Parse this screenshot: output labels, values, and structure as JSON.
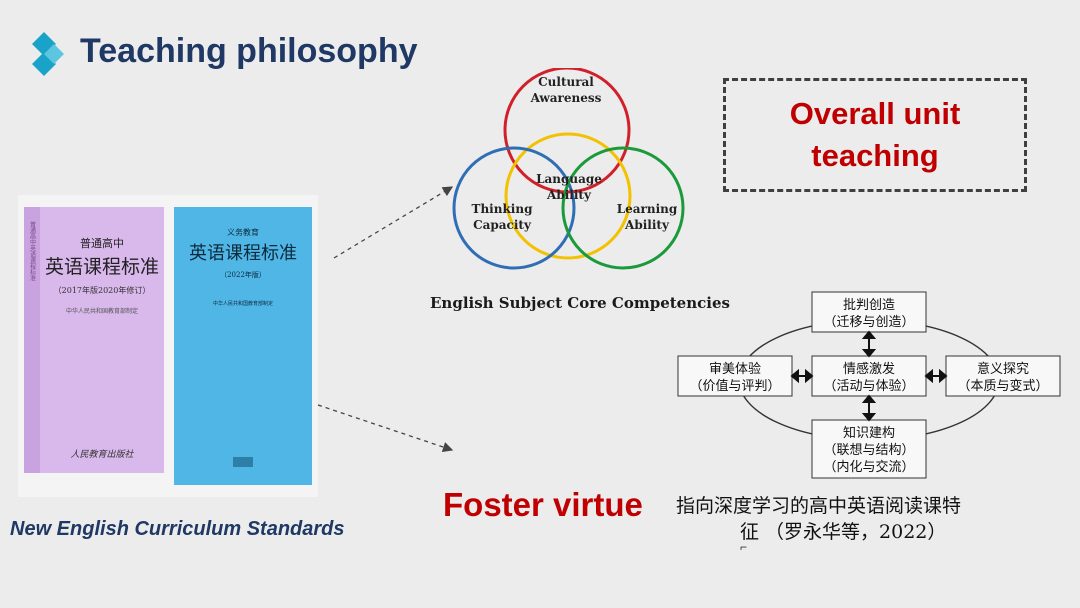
{
  "slide": {
    "title": "Teaching philosophy",
    "caption": "New English Curriculum Standards",
    "books": {
      "book1": {
        "top_label": "普通高中",
        "title": "英语课程标准",
        "edition": "（2017年版2020年修订）",
        "publisher_line": "中华人民共和国教育部制定",
        "spine": "普通高中英语课程标准",
        "press": "人民教育出版社",
        "color": "#d9b8ec"
      },
      "book2": {
        "top_label": "义务教育",
        "title": "英语课程标准",
        "edition": "（2022年版）",
        "publisher_line": "中华人民共和国教育部制定",
        "color": "#4fb6e6"
      }
    },
    "venn": {
      "circles": [
        {
          "label_line1": "Cultural",
          "label_line2": "Awareness",
          "color": "#d0202a"
        },
        {
          "label_line1": "Language",
          "label_line2": "Ability",
          "color": "#f2c100"
        },
        {
          "label_line1": "Thinking",
          "label_line2": "Capacity",
          "color": "#2f6eb5"
        },
        {
          "label_line1": "Learning",
          "label_line2": "Ability",
          "color": "#1a9a3a"
        }
      ],
      "caption": "English Subject Core Competencies"
    },
    "overall_box": {
      "line1": "Overall unit",
      "line2": "teaching"
    },
    "cycle": {
      "top": {
        "line1": "批判创造",
        "line2": "（迁移与创造）"
      },
      "center": {
        "line1": "情感激发",
        "line2": "（活动与体验）"
      },
      "left": {
        "line1": "审美体验",
        "line2": "（价值与评判）"
      },
      "right": {
        "line1": "意义探究",
        "line2": "（本质与变式）"
      },
      "bottom": {
        "line1": "知识建构",
        "line2": "（联想与结构）",
        "line3": "（内化与交流）"
      }
    },
    "foster": "Foster virtue",
    "reference": {
      "line1": "指向深度学习的高中英语阅读课特",
      "line2": "征 （罗永华等，2022）"
    },
    "cursor_glyph": "⌐",
    "colors": {
      "title": "#1f3864",
      "accent_red": "#c00000",
      "logo": "#1aa3c9"
    }
  }
}
